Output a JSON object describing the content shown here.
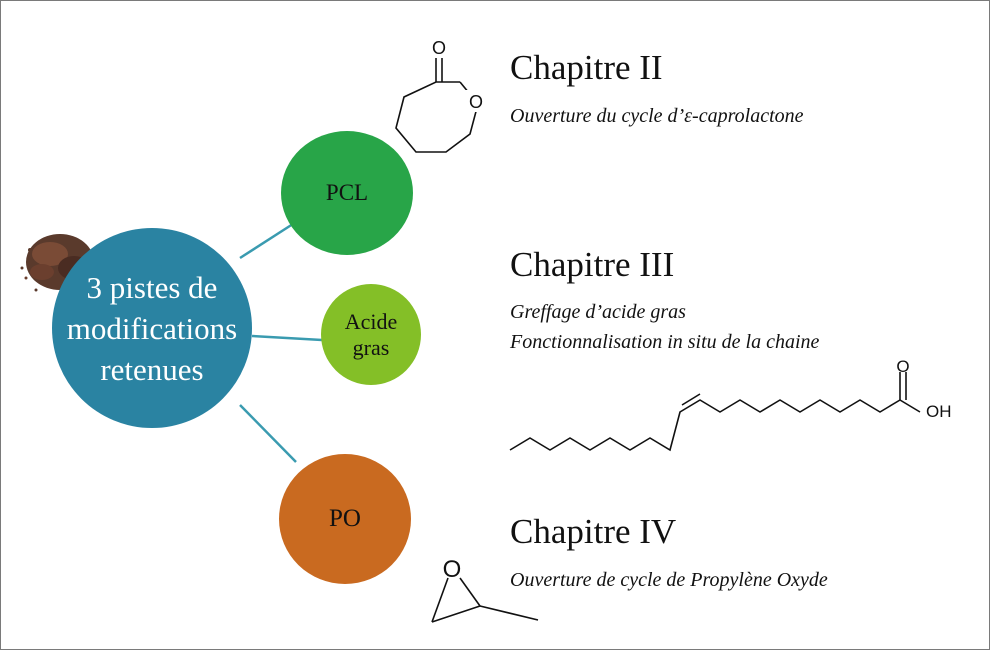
{
  "hub": {
    "lines": [
      "3 pistes de",
      "modifications",
      "retenues"
    ],
    "color": "#2a83a2"
  },
  "branches": [
    {
      "label_lines": [
        "PCL"
      ],
      "color": "#28a548"
    },
    {
      "label_lines": [
        "Acide",
        "gras"
      ],
      "color": "#84bf27"
    },
    {
      "label_lines": [
        "PO"
      ],
      "color": "#c96a20"
    }
  ],
  "chapters": [
    {
      "title": "Chapitre II",
      "desc_lines": [
        "Ouverture du cycle d’ε-caprolactone"
      ]
    },
    {
      "title": "Chapitre III",
      "desc_lines": [
        "Greffage d’acide gras",
        "Fonctionnalisation in situ de la chaine"
      ]
    },
    {
      "title": "Chapitre IV",
      "desc_lines": [
        "Ouverture de cycle de Propylène Oxyde"
      ]
    }
  ],
  "structures": {
    "caprolactone": {
      "atom_carbonyl": "O",
      "atom_ring": "O"
    },
    "fatty_acid": {
      "atom_carbonyl": "O",
      "atom_hydroxyl": "OH"
    },
    "propylene_oxide": {
      "atom_ring": "O"
    }
  },
  "connector_color": "#3a9bb0"
}
